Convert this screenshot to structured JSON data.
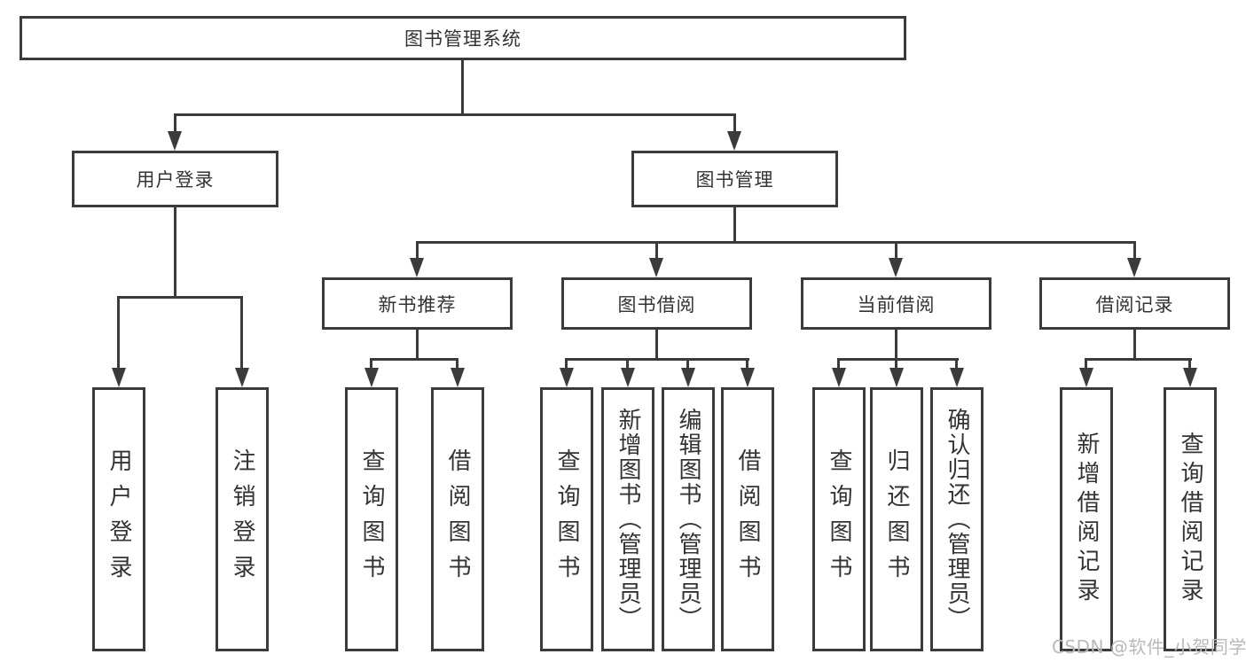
{
  "colors": {
    "line": "#3b3b3b",
    "text": "#333333",
    "watermark": "#b9b9b9",
    "background": "#ffffff"
  },
  "tree": {
    "label": "图书管理系统",
    "children": [
      {
        "label": "用户登录",
        "children": [
          {
            "label": "用户登录"
          },
          {
            "label": "注销登录"
          }
        ]
      },
      {
        "label": "图书管理",
        "children": [
          {
            "label": "新书推荐",
            "children": [
              {
                "label": "查询图书"
              },
              {
                "label": "借阅图书"
              }
            ]
          },
          {
            "label": "图书借阅",
            "children": [
              {
                "label": "查询图书"
              },
              {
                "label": "新增图书（管理员）"
              },
              {
                "label": "编辑图书（管理员）"
              },
              {
                "label": "借阅图书"
              }
            ]
          },
          {
            "label": "当前借阅",
            "children": [
              {
                "label": "查询图书"
              },
              {
                "label": "归还图书"
              },
              {
                "label": "确认归还（管理员）"
              }
            ]
          },
          {
            "label": "借阅记录",
            "children": [
              {
                "label": "新增借阅记录"
              },
              {
                "label": "查询借阅记录"
              }
            ]
          }
        ]
      }
    ]
  },
  "watermark": {
    "text": "CSDN @软件_小贺同学"
  }
}
